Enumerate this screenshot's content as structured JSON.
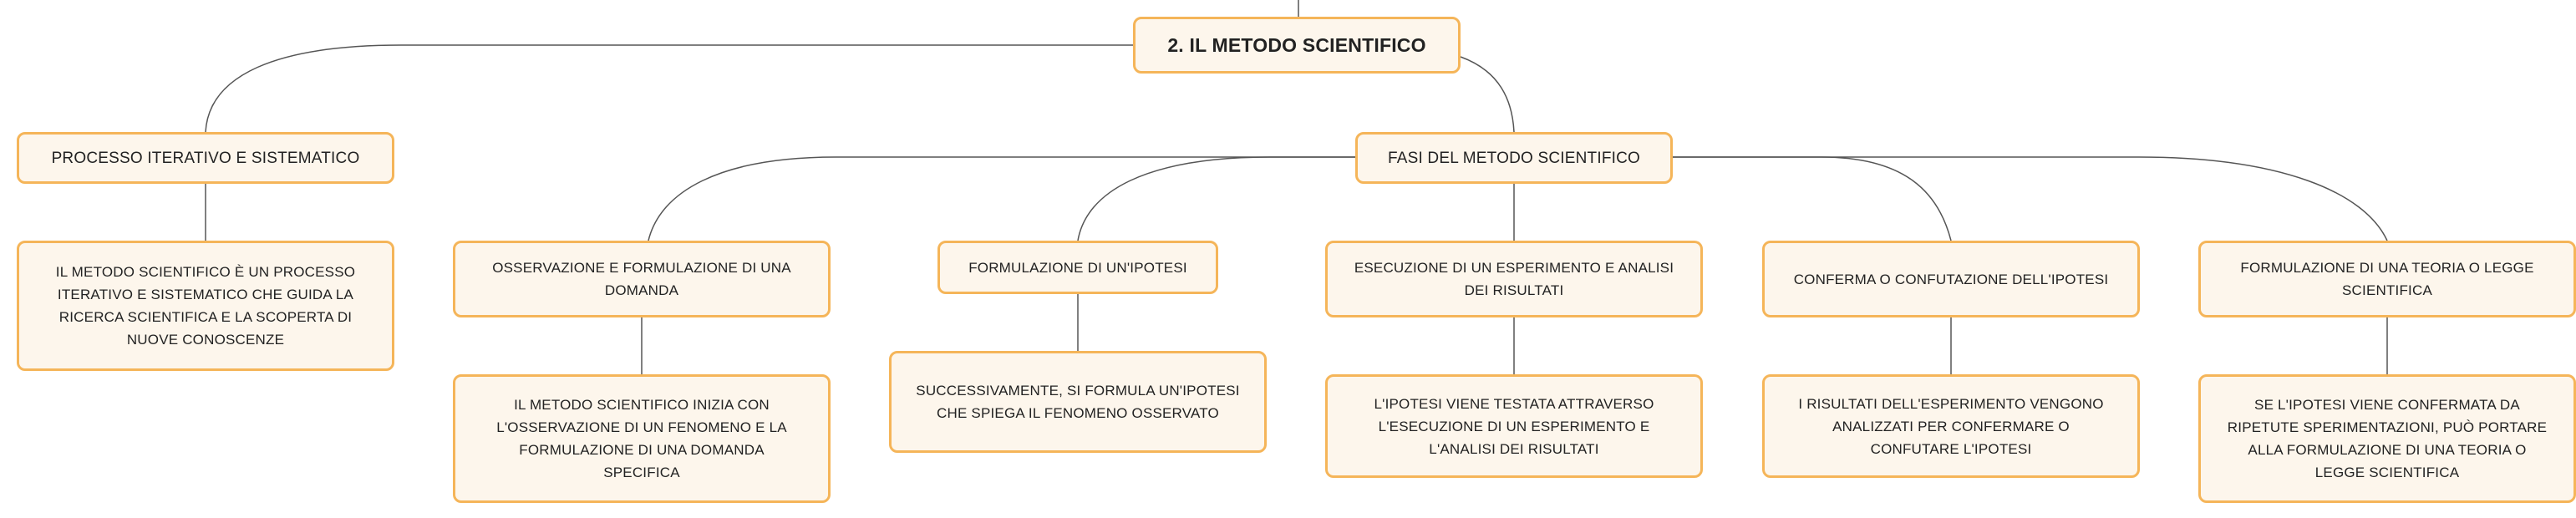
{
  "root": {
    "label": "2. IL METODO SCIENTIFICO"
  },
  "branches": {
    "processo": {
      "title": "PROCESSO ITERATIVO E SISTEMATICO",
      "detail": "IL METODO SCIENTIFICO È UN PROCESSO ITERATIVO E SISTEMATICO CHE GUIDA LA RICERCA SCIENTIFICA E LA SCOPERTA DI NUOVE CONOSCENZE"
    },
    "fasi": {
      "title": "FASI DEL METODO SCIENTIFICO",
      "children": [
        {
          "title": "OSSERVAZIONE E FORMULAZIONE DI UNA DOMANDA",
          "detail": "IL METODO SCIENTIFICO INIZIA CON L'OSSERVAZIONE DI UN FENOMENO E LA FORMULAZIONE DI UNA DOMANDA SPECIFICA"
        },
        {
          "title": "FORMULAZIONE DI UN'IPOTESI",
          "detail": "SUCCESSIVAMENTE, SI FORMULA UN'IPOTESI CHE SPIEGA IL FENOMENO OSSERVATO"
        },
        {
          "title": "ESECUZIONE DI UN ESPERIMENTO E ANALISI DEI RISULTATI",
          "detail": "L'IPOTESI VIENE TESTATA ATTRAVERSO L'ESECUZIONE DI UN ESPERIMENTO E L'ANALISI DEI RISULTATI"
        },
        {
          "title": "CONFERMA O CONFUTAZIONE DELL'IPOTESI",
          "detail": "I RISULTATI DELL'ESPERIMENTO VENGONO ANALIZZATI PER CONFERMARE O CONFUTARE L'IPOTESI"
        },
        {
          "title": "FORMULAZIONE DI UNA TEORIA O LEGGE SCIENTIFICA",
          "detail": "SE L'IPOTESI VIENE CONFERMATA DA RIPETUTE SPERIMENTAZIONI, PUÒ PORTARE ALLA FORMULAZIONE DI UNA TEORIA O LEGGE SCIENTIFICA"
        }
      ]
    }
  },
  "colors": {
    "node_border": "#f5b559",
    "node_fill": "#fdf6ec",
    "connector": "#555555",
    "text": "#222222"
  }
}
